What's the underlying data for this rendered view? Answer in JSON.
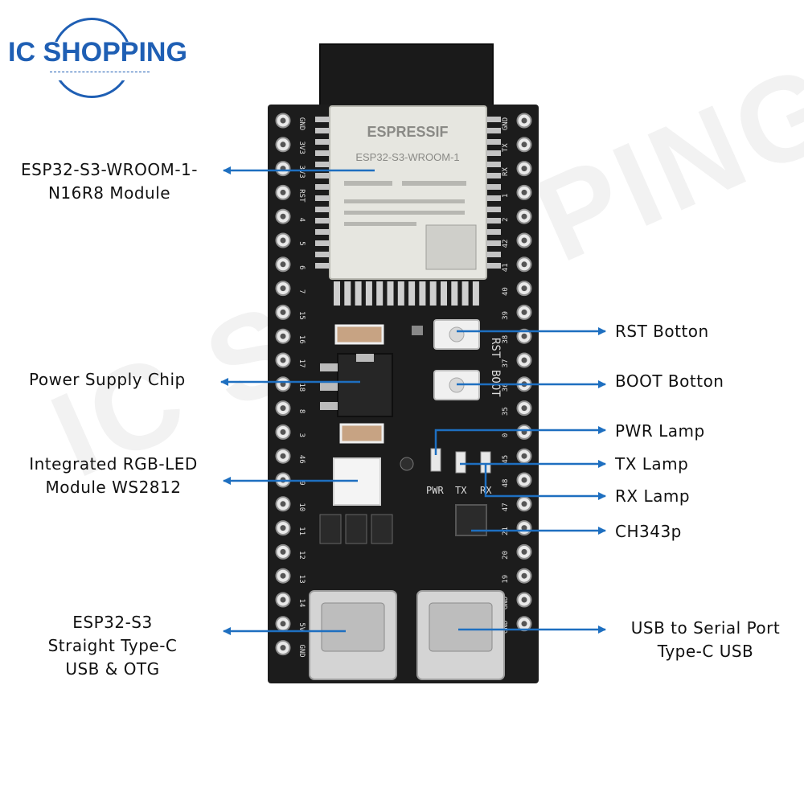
{
  "brand": {
    "name": "IC SHOPPING",
    "color": "#1f5fb4"
  },
  "watermark": "IC SHOPPING",
  "arrow_color": "#1e6fc0",
  "labels": {
    "module_line1": "ESP32-S3-WROOM-1-",
    "module_line2": "N16R8 Module",
    "power_chip": "Power Supply Chip",
    "rgb_line1": "Integrated RGB-LED",
    "rgb_line2": "Module WS2812",
    "otg_line1": "ESP32-S3",
    "otg_line2": "Straight Type-C",
    "otg_line3": "USB & OTG",
    "rst": "RST Botton",
    "boot": "BOOT Botton",
    "pwr": "PWR Lamp",
    "tx": "TX Lamp",
    "rx": "RX Lamp",
    "ch343": "CH343p",
    "usb_serial_line1": "USB to Serial Port",
    "usb_serial_line2": "Type-C USB"
  },
  "board": {
    "left_pins": [
      "GND",
      "3V3",
      "3V3",
      "RST",
      "4",
      "5",
      "6",
      "7",
      "15",
      "16",
      "17",
      "18",
      "8",
      "3",
      "46",
      "9",
      "10",
      "11",
      "12",
      "13",
      "14",
      "5V",
      "GND"
    ],
    "right_pins": [
      "GND",
      "TX",
      "RX",
      "1",
      "2",
      "42",
      "41",
      "40",
      "39",
      "38",
      "37",
      "36",
      "35",
      "0",
      "45",
      "48",
      "47",
      "21",
      "20",
      "19",
      "GND",
      "GND"
    ],
    "silk_rst": "RST",
    "silk_boot": "BOOT",
    "silk_pwr": "PWR",
    "silk_tx": "TX",
    "silk_rx": "RX",
    "module_brand": "ESPRESSIF",
    "module_model": "ESP32-S3-WROOM-1"
  }
}
